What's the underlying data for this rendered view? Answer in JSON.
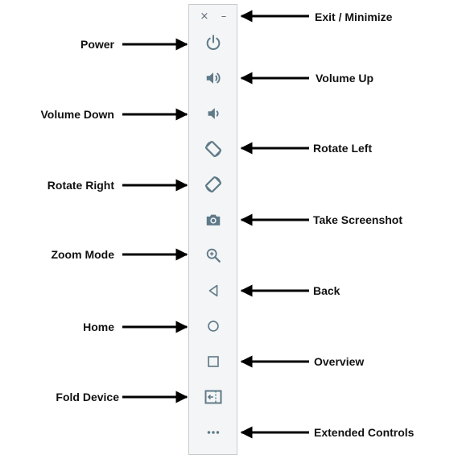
{
  "toolbar": {
    "window_controls": [
      {
        "name": "close",
        "glyph": "×",
        "icon": "close-icon"
      },
      {
        "name": "minimize",
        "glyph": "–",
        "icon": "minimize-icon"
      }
    ],
    "buttons": [
      {
        "id": "power",
        "icon": "power-icon"
      },
      {
        "id": "volume-up",
        "icon": "volume-up-icon"
      },
      {
        "id": "volume-down",
        "icon": "volume-down-icon"
      },
      {
        "id": "rotate-left",
        "icon": "rotate-left-icon"
      },
      {
        "id": "rotate-right",
        "icon": "rotate-right-icon"
      },
      {
        "id": "take-screenshot",
        "icon": "camera-icon"
      },
      {
        "id": "zoom-mode",
        "icon": "zoom-in-icon"
      },
      {
        "id": "back",
        "icon": "back-triangle-icon"
      },
      {
        "id": "home",
        "icon": "home-circle-icon"
      },
      {
        "id": "overview",
        "icon": "overview-square-icon"
      },
      {
        "id": "fold-device",
        "icon": "fold-device-icon"
      },
      {
        "id": "extended-controls",
        "icon": "more-dots-icon"
      }
    ],
    "icon_color": "#5f7a88"
  },
  "callouts": {
    "exit_minimize": "Exit / Minimize",
    "power": "Power",
    "volume_up": "Volume Up",
    "volume_down": "Volume Down",
    "rotate_left": "Rotate Left",
    "rotate_right": "Rotate Right",
    "take_screenshot": "Take Screenshot",
    "zoom_mode": "Zoom Mode",
    "back": "Back",
    "home": "Home",
    "overview": "Overview",
    "fold_device": "Fold Device",
    "extended_controls": "Extended Controls"
  },
  "colors": {
    "arrow": "#000000",
    "toolbar_bg": "#f4f5f6",
    "toolbar_border": "#c8cbce"
  }
}
